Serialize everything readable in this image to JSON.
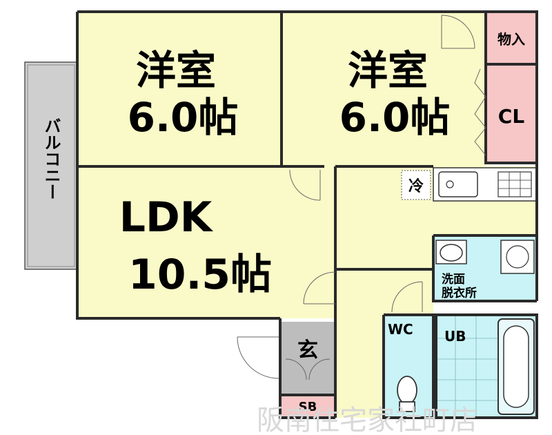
{
  "colors": {
    "room": "#fafac8",
    "balcony": "#cfcfcf",
    "storage": "#f7c6c6",
    "water": "#c9f3f6",
    "genkan": "#bdbdbd",
    "wall": "#2a2a2a"
  },
  "rooms": {
    "western1": {
      "name": "洋室",
      "size": "6.0帖"
    },
    "western2": {
      "name": "洋室",
      "size": "6.0帖"
    },
    "ldk": {
      "name": "LDK",
      "size": "10.5帖"
    },
    "balcony": "バルコニー",
    "closet_storage": "物入",
    "closet_cl": "CL",
    "fridge": "冷",
    "washroom": {
      "line1": "洗面",
      "line2": "脱衣所"
    },
    "wc": "WC",
    "ub": "UB",
    "genkan": "玄",
    "shoebox": "SB"
  },
  "watermark": "阪南住宅家社町店"
}
